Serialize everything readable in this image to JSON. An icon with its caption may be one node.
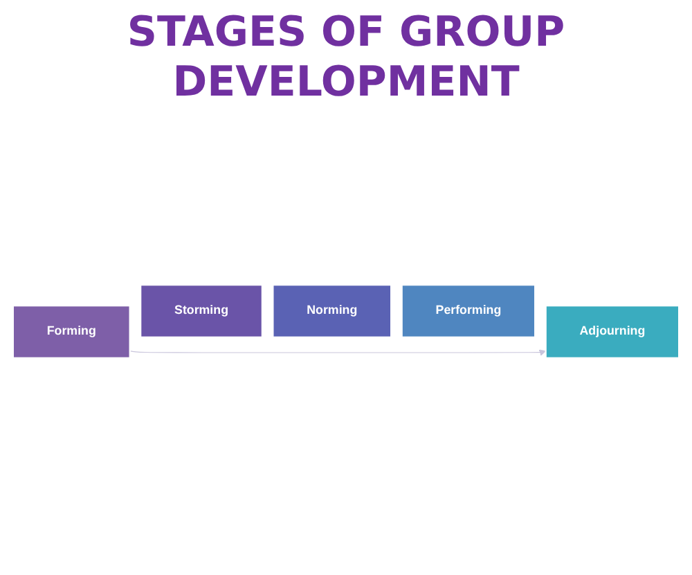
{
  "diagram": {
    "title": "STAGES OF GROUP DEVELOPMENT",
    "nodes": [
      {
        "text": [
          "Forming"
        ]
      },
      {
        "text": [
          "Storming"
        ]
      },
      {
        "text": [
          "Norming"
        ]
      },
      {
        "text": [
          "Performing"
        ]
      },
      {
        "text": [
          "Adjourning"
        ]
      }
    ],
    "edges": [
      {
        "from": 0,
        "to": 4,
        "arrow": "to",
        "color": "#c9c5dc"
      }
    ]
  }
}
